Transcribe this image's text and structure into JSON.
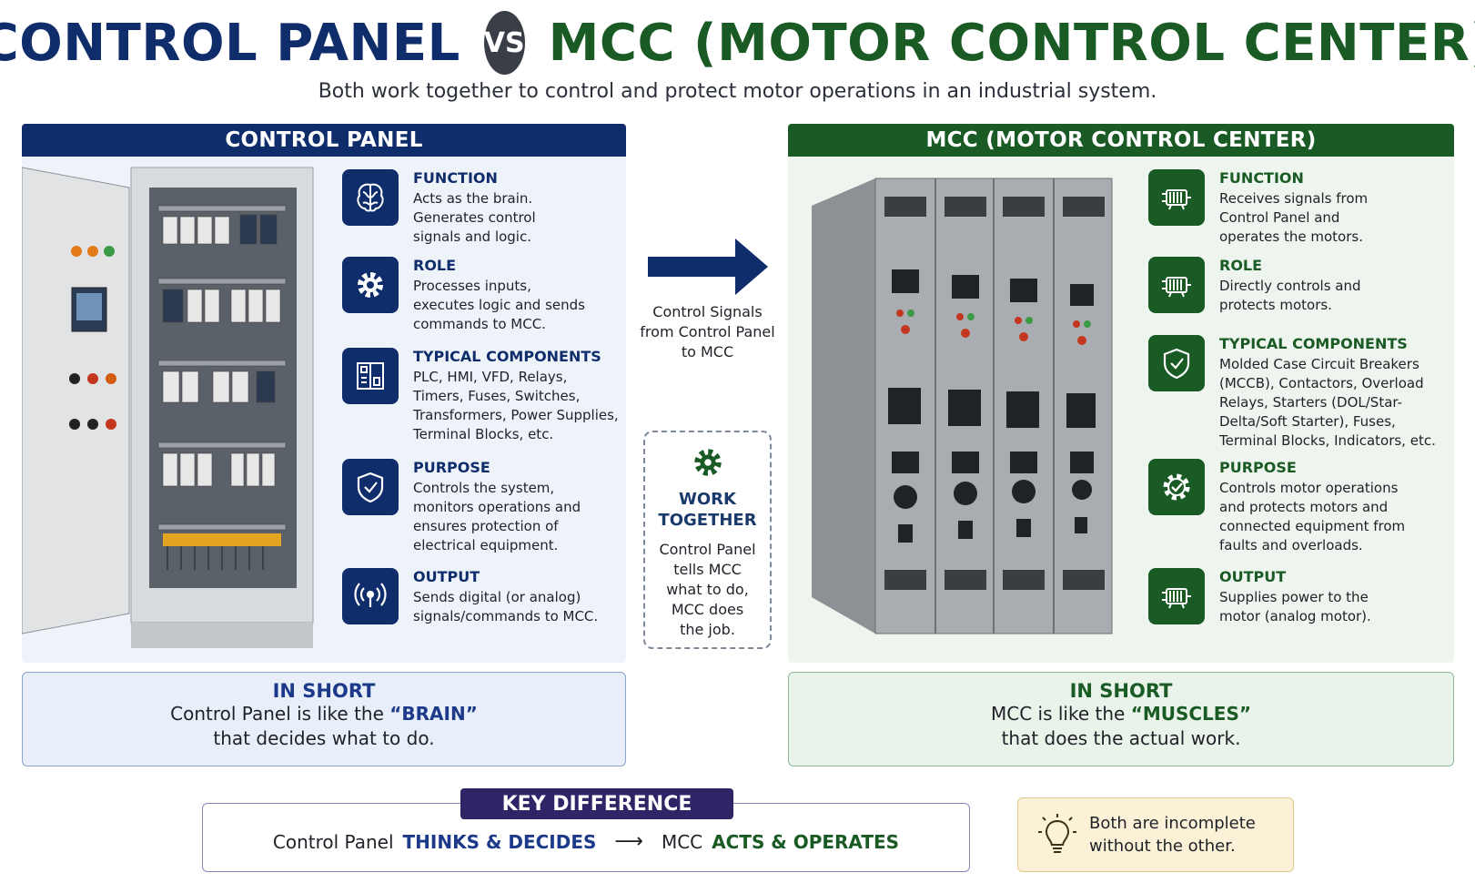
{
  "title": {
    "left": "CONTROL PANEL",
    "vs": "VS",
    "right": "MCC (MOTOR CONTROL CENTER)"
  },
  "subtitle": "Both work together to control and protect motor operations in an industrial system.",
  "control_panel": {
    "header": "CONTROL PANEL",
    "features": [
      {
        "icon": "brain-icon",
        "title": "FUNCTION",
        "lines": [
          "Acts as the brain.",
          "Generates control",
          "signals and logic."
        ]
      },
      {
        "icon": "gear-icon",
        "title": "ROLE",
        "lines": [
          "Processes inputs,",
          "executes logic and sends",
          "commands to MCC."
        ]
      },
      {
        "icon": "panel-icon",
        "title": "TYPICAL COMPONENTS",
        "lines": [
          "PLC, HMI, VFD, Relays,",
          "Timers, Fuses, Switches,",
          "Transformers, Power Supplies,",
          "Terminal Blocks, etc."
        ]
      },
      {
        "icon": "shield-icon",
        "title": "PURPOSE",
        "lines": [
          "Controls the system,",
          "monitors operations and",
          "ensures protection of",
          "electrical equipment."
        ]
      },
      {
        "icon": "signal-icon",
        "title": "OUTPUT",
        "lines": [
          "Sends digital (or analog)",
          "signals/commands to MCC."
        ]
      }
    ],
    "in_short": {
      "title": "IN SHORT",
      "line1_pre": "Control Panel is like the ",
      "line1_hl": "“BRAIN”",
      "line2": "that decides what to do."
    }
  },
  "mcc": {
    "header": "MCC (MOTOR CONTROL CENTER)",
    "features": [
      {
        "icon": "motor-icon",
        "title": "FUNCTION",
        "lines": [
          "Receives signals from",
          "Control Panel and",
          "operates the motors."
        ]
      },
      {
        "icon": "motor-icon",
        "title": "ROLE",
        "lines": [
          "Directly controls and",
          "protects motors."
        ]
      },
      {
        "icon": "shield-icon",
        "title": "TYPICAL COMPONENTS",
        "lines": [
          "Molded Case Circuit Breakers",
          "(MCCB), Contactors, Overload",
          "Relays, Starters (DOL/Star-",
          "Delta/Soft Starter), Fuses,",
          "Terminal Blocks, Indicators, etc."
        ]
      },
      {
        "icon": "gear-check-icon",
        "title": "PURPOSE",
        "lines": [
          "Controls motor operations",
          "and protects motors and",
          "connected equipment from",
          "faults and overloads."
        ]
      },
      {
        "icon": "motor-icon",
        "title": "OUTPUT",
        "lines": [
          "Supplies power to the",
          "motor (analog motor)."
        ]
      }
    ],
    "in_short": {
      "title": "IN SHORT",
      "line1_pre": "MCC is like the ",
      "line1_hl": "“MUSCLES”",
      "line2": "that does the actual work."
    }
  },
  "middle": {
    "arrow_label": [
      "Control Signals",
      "from Control Panel",
      "to MCC"
    ],
    "work_together": {
      "title": [
        "WORK",
        "TOGETHER"
      ],
      "lines": [
        "Control Panel",
        "tells MCC",
        "what to do,",
        "MCC does",
        "the job."
      ]
    }
  },
  "key_difference": {
    "label": "KEY DIFFERENCE",
    "cp": "Control Panel",
    "cp_action": "THINKS & DECIDES",
    "arrow": "⟶",
    "mcc": "MCC",
    "mcc_action": "ACTS & OPERATES"
  },
  "note": {
    "icon": "lightbulb-icon",
    "lines": [
      "Both are incomplete",
      "without the other."
    ]
  },
  "colors": {
    "navy": "#0f2d6b",
    "green": "#1a5a25",
    "purple": "#2e2566"
  }
}
